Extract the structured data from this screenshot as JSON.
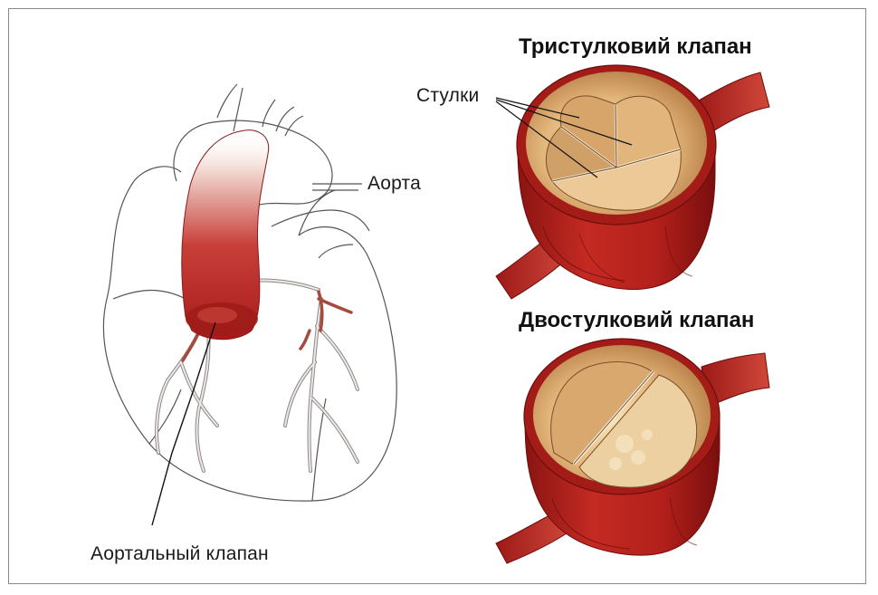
{
  "labels": {
    "tricuspid_title": "Тристулковий клапан",
    "bicuspid_title": "Двостулковий клапан",
    "cusps": "Стулки",
    "aorta": "Аорта",
    "aortic_valve": "Аортальный клапан"
  },
  "colors": {
    "vessel_red": "#b51f1c",
    "vessel_dark": "#7e100f",
    "valve_tan": "#e7c08a",
    "valve_light": "#f4dcb0",
    "outline": "#555555"
  }
}
